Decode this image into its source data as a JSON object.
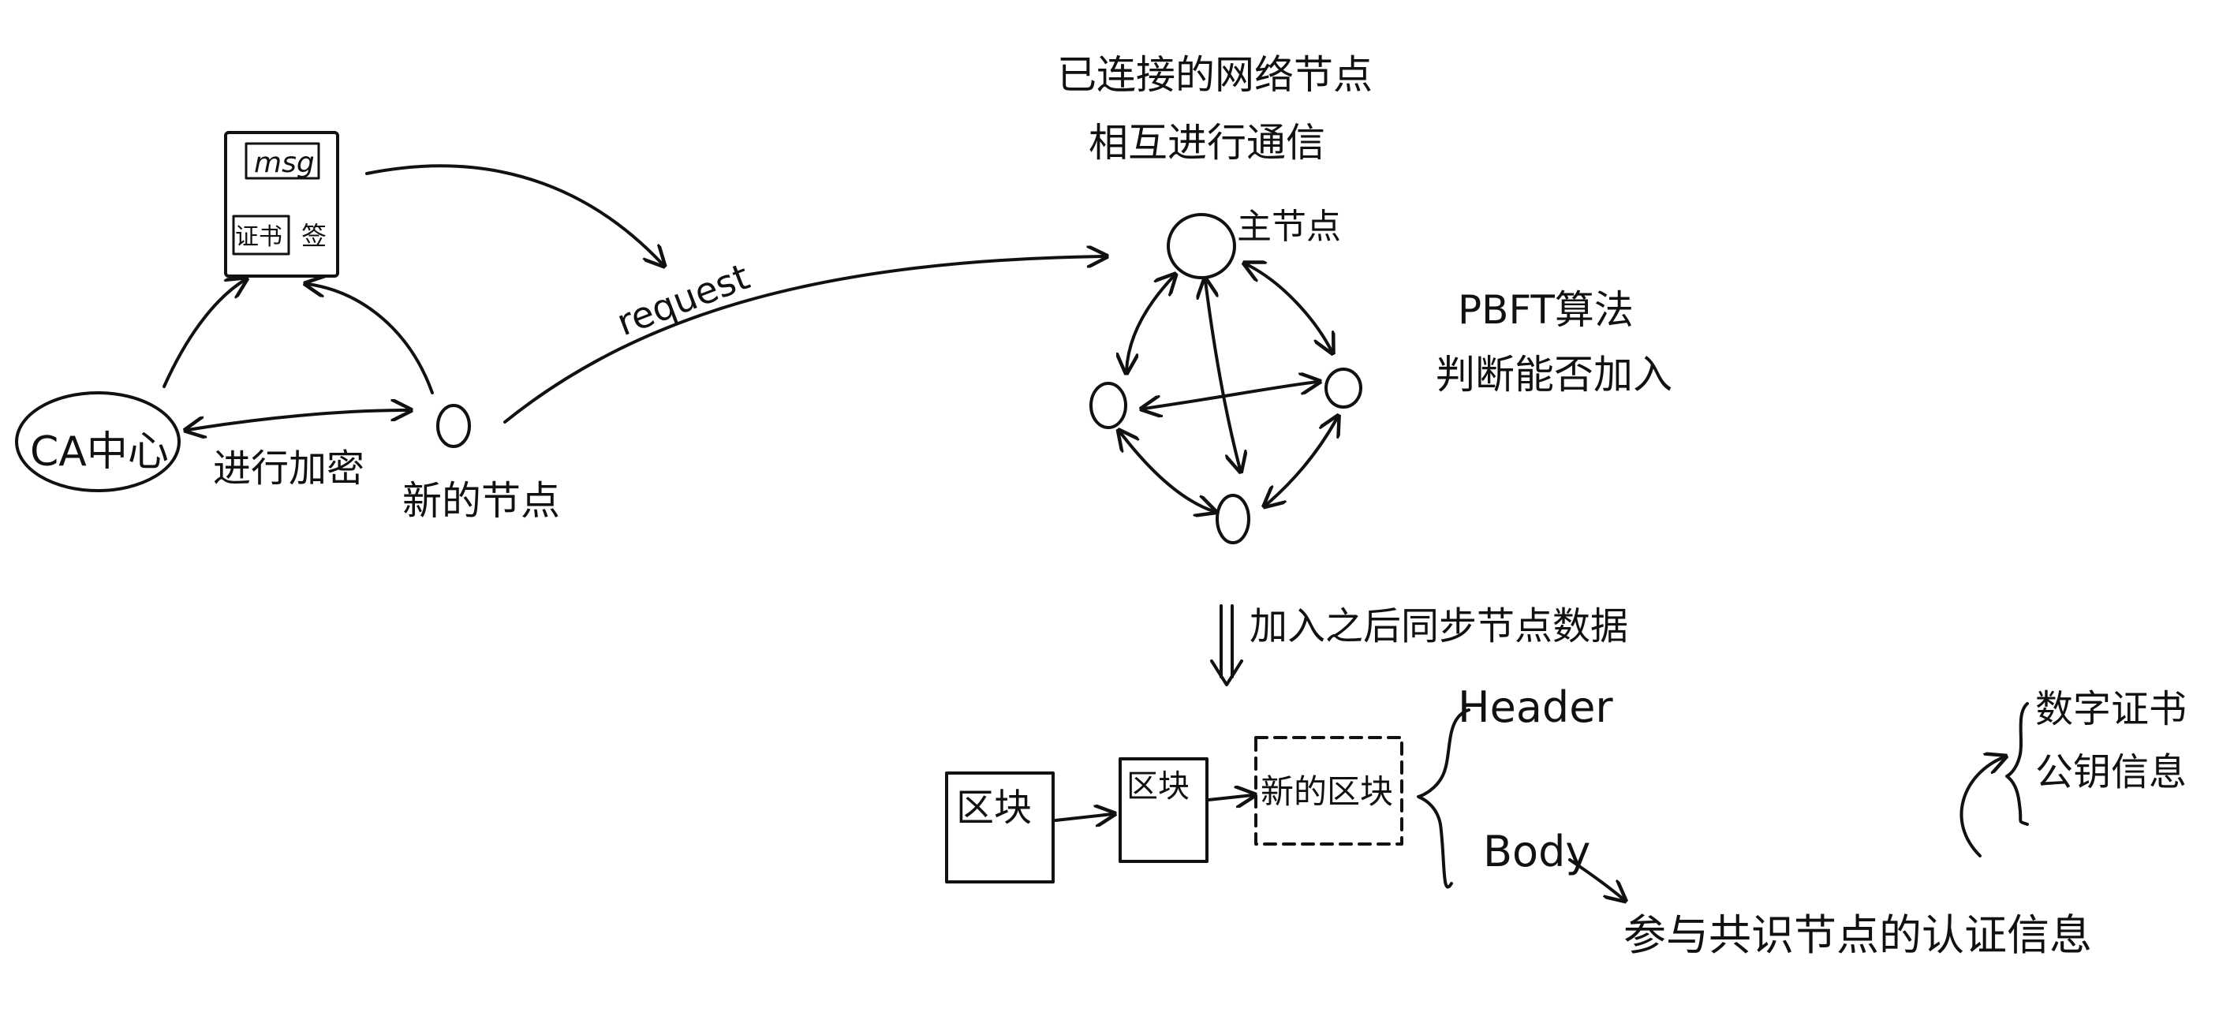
{
  "notes": {
    "connected_nodes_line1": "已连接的网络节点",
    "connected_nodes_line2": "相互进行通信",
    "pbft_line1": "PBFT算法",
    "pbft_line2": "判断能否加入",
    "sync_after_join": "加入之后同步节点数据"
  },
  "ca_flow": {
    "ca_center_label": "CA中心",
    "encrypt_label": "进行加密",
    "new_node_label": "新的节点",
    "request_label": "request",
    "packet": {
      "msg_label": "msg",
      "cert_label": "证书",
      "sign_label": "签"
    }
  },
  "network": {
    "master_node_label": "主节点"
  },
  "blockchain": {
    "blocks": [
      "区块",
      "区块"
    ],
    "new_block_label": "新的区块",
    "header_label": "Header",
    "body_label": "Body",
    "body_content": "参与共识节点的认证信息",
    "header_items": [
      "数字证书",
      "公钥信息"
    ]
  }
}
